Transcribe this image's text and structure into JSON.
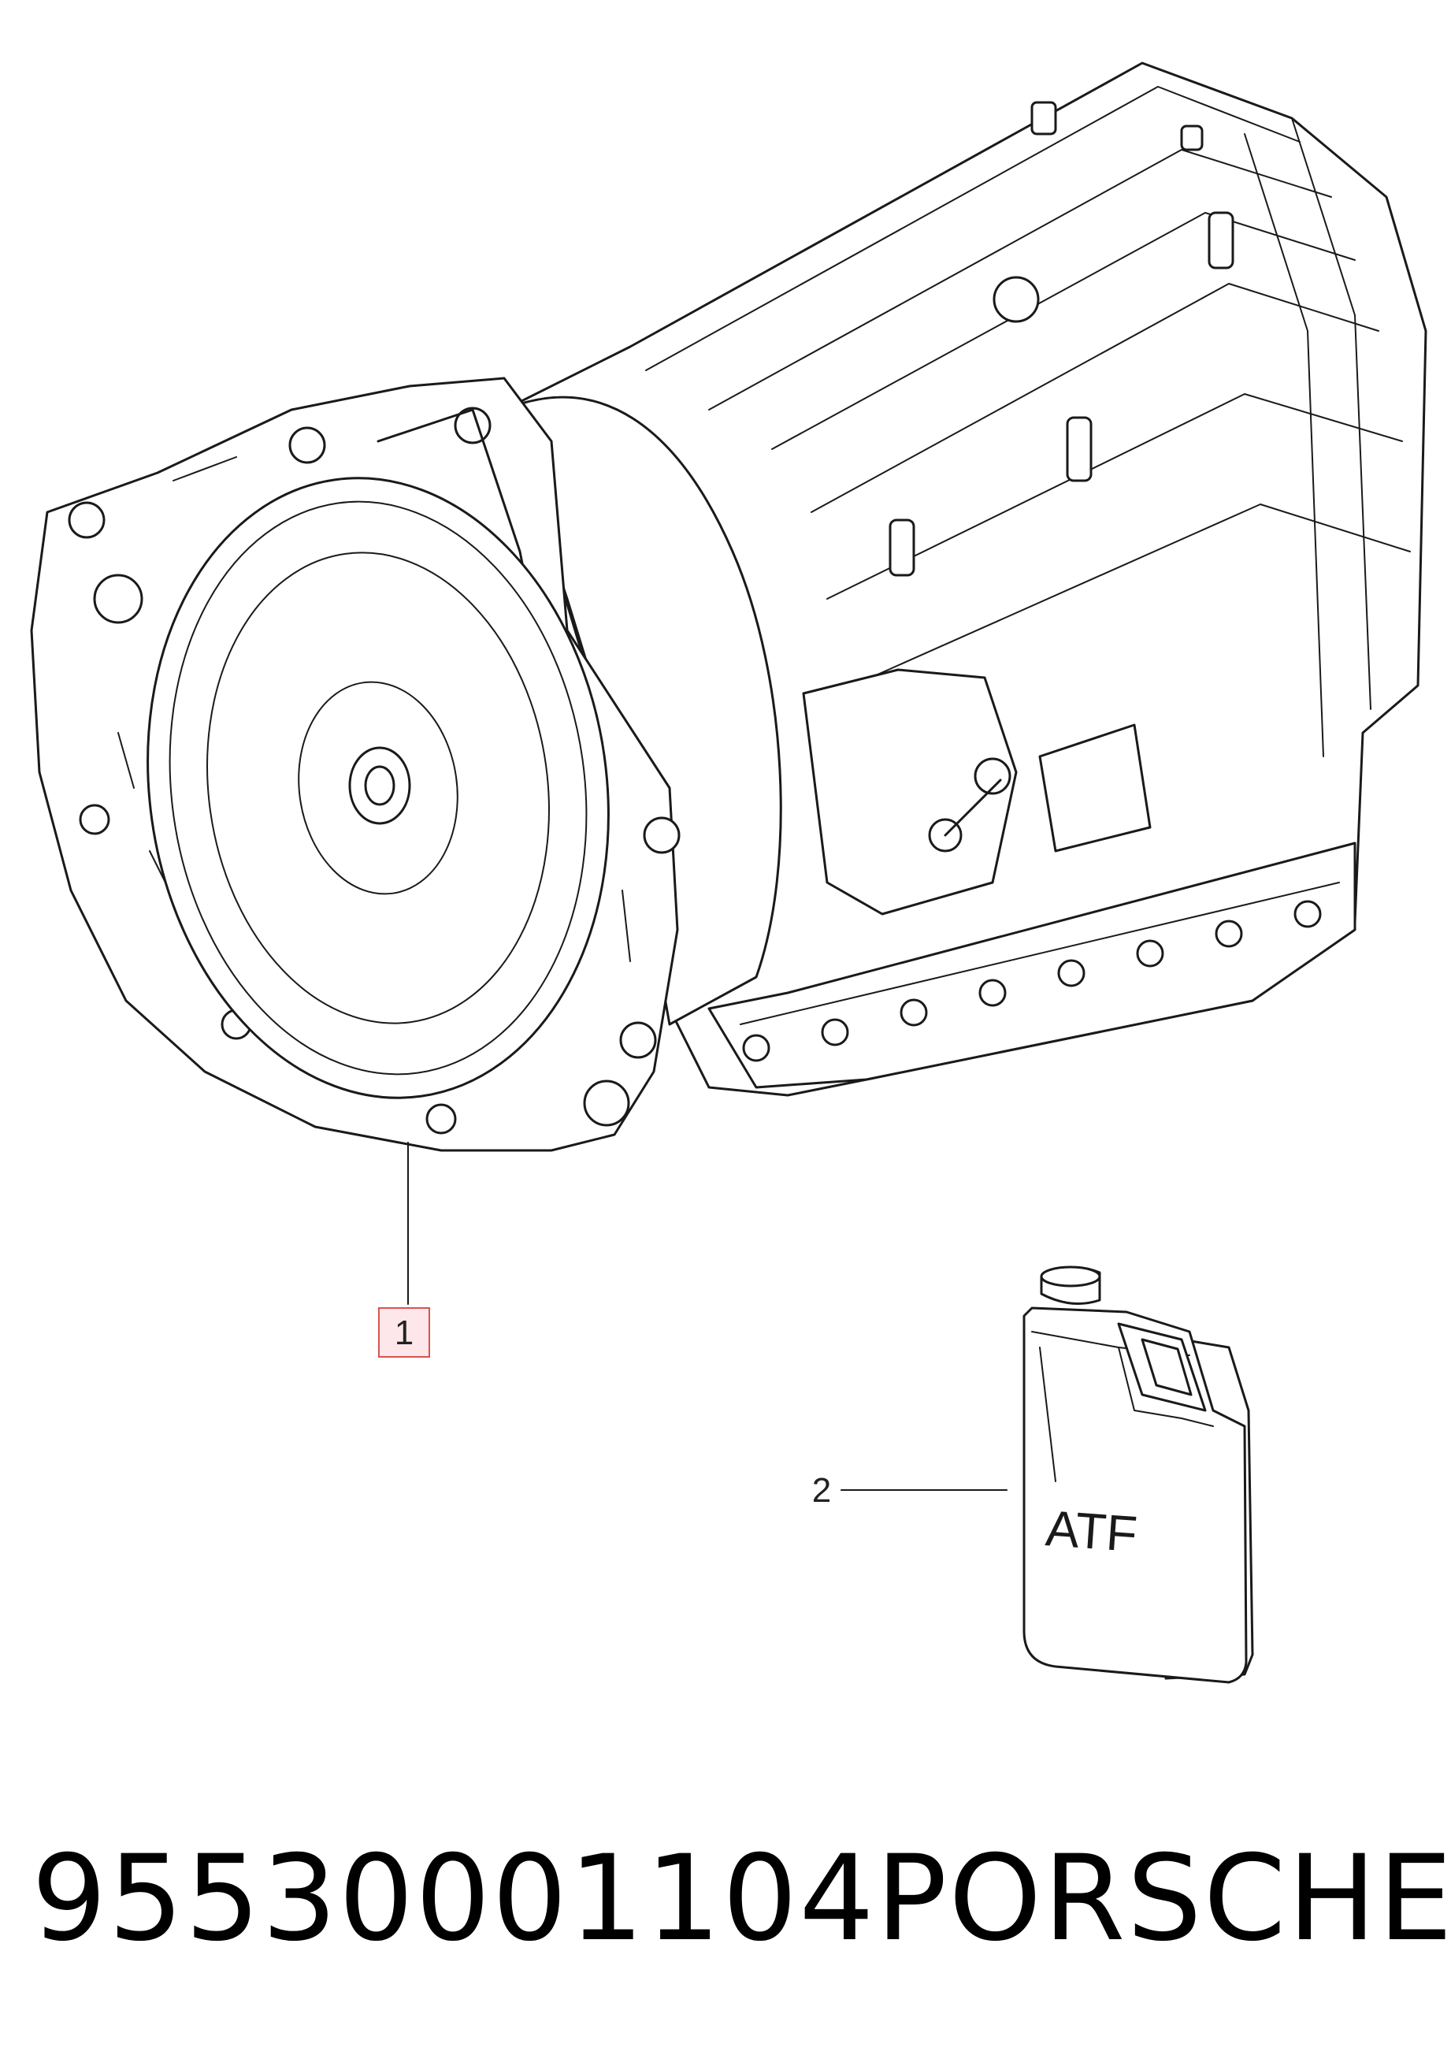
{
  "callouts": [
    {
      "number": "1"
    },
    {
      "number": "2"
    }
  ],
  "container_label": "ATF",
  "footer": {
    "part_number": "95530001104",
    "brand": "PORSCHE"
  },
  "colors": {
    "line": "#1a1a1a",
    "callout_highlight_fill": "#fde7ea",
    "callout_highlight_border": "#d9534f"
  },
  "icons": [
    "transmission-drawing",
    "atf-oil-container-drawing"
  ]
}
